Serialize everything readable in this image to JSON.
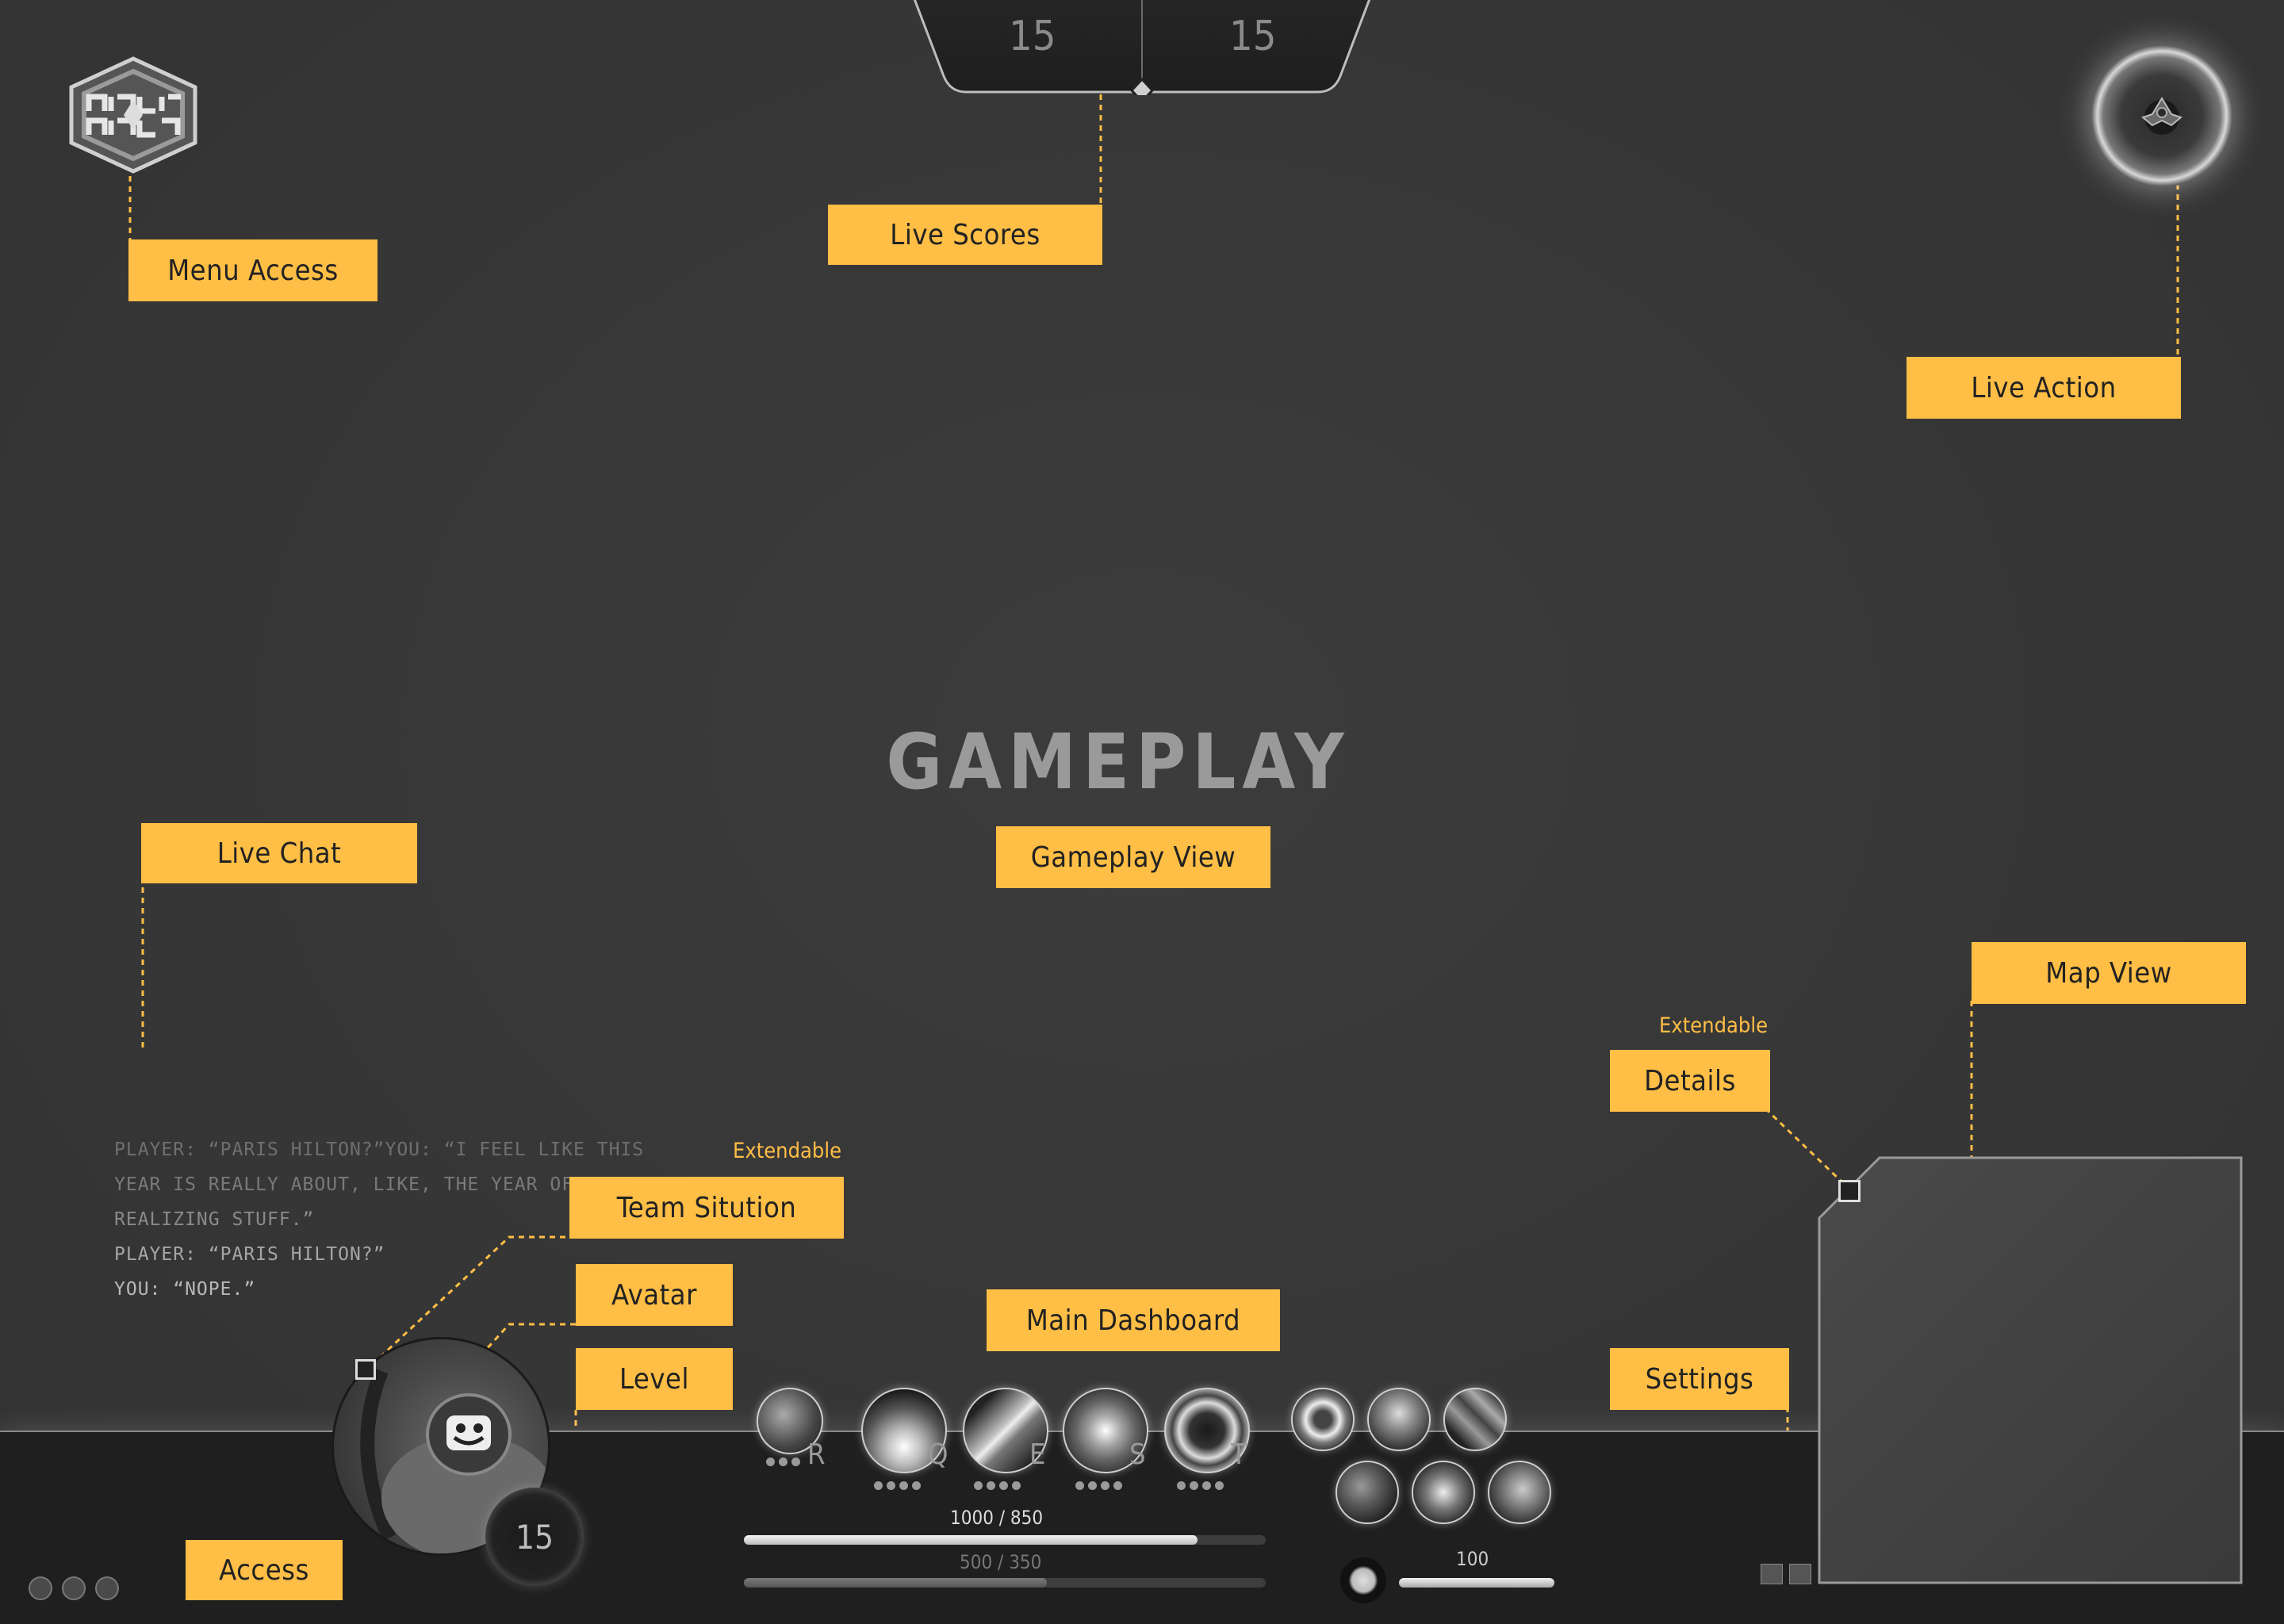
{
  "scores": {
    "left": "15",
    "right": "15"
  },
  "gameplay": {
    "title": "GAMEPLAY"
  },
  "callouts": {
    "menu_access": "Menu Access",
    "live_scores": "Live Scores",
    "live_action": "Live Action",
    "live_chat": "Live Chat",
    "gameplay_view": "Gameplay View",
    "map_view": "Map View",
    "details": "Details",
    "details_extendable": "Extendable",
    "team_situation": "Team Sitution",
    "team_extendable": "Extendable",
    "avatar": "Avatar",
    "level": "Level",
    "main_dashboard": "Main Dashboard",
    "settings": "Settings",
    "access": "Access"
  },
  "chat": {
    "lines": [
      "PLAYER: “PARIS HILTON?”YOU: “I FEEL LIKE THIS",
      "YEAR IS REALLY ABOUT, LIKE, THE YEAR OF",
      "REALIZING STUFF.”",
      "PLAYER: “PARIS HILTON?”",
      "YOU: “NOPE.”"
    ],
    "line_colors": [
      "#6f6f6f",
      "#7a7a7a",
      "#8a8a8a",
      "#a6a6a6",
      "#b8b8b8"
    ]
  },
  "player": {
    "level": "15"
  },
  "skills": [
    {
      "key": "R",
      "icon": "claw-skill-icon"
    },
    {
      "key": "Q",
      "icon": "fire-burst-skill-icon"
    },
    {
      "key": "E",
      "icon": "slash-skill-icon"
    },
    {
      "key": "S",
      "icon": "explosion-skill-icon"
    },
    {
      "key": "T",
      "icon": "vortex-skill-icon"
    }
  ],
  "items": [
    "ring-item-icon",
    "rocket-item-icon",
    "scratch-item-icon",
    "tornado-item-icon",
    "feather-item-icon",
    "fist-item-icon"
  ],
  "stats": {
    "health": {
      "label": "1000 / 850",
      "fraction": 0.87
    },
    "mana": {
      "label": "500 / 350",
      "fraction": 0.58
    },
    "energy": {
      "label": "100",
      "fraction": 1.0
    }
  },
  "icons": {
    "access": [
      "sound-icon",
      "microphone-icon",
      "camera-icon"
    ],
    "settings": [
      "gear-icon",
      "video-icon"
    ]
  },
  "colors": {
    "accent": "#ffbe45",
    "background": "#383838",
    "bar": "#1f1f1f"
  }
}
